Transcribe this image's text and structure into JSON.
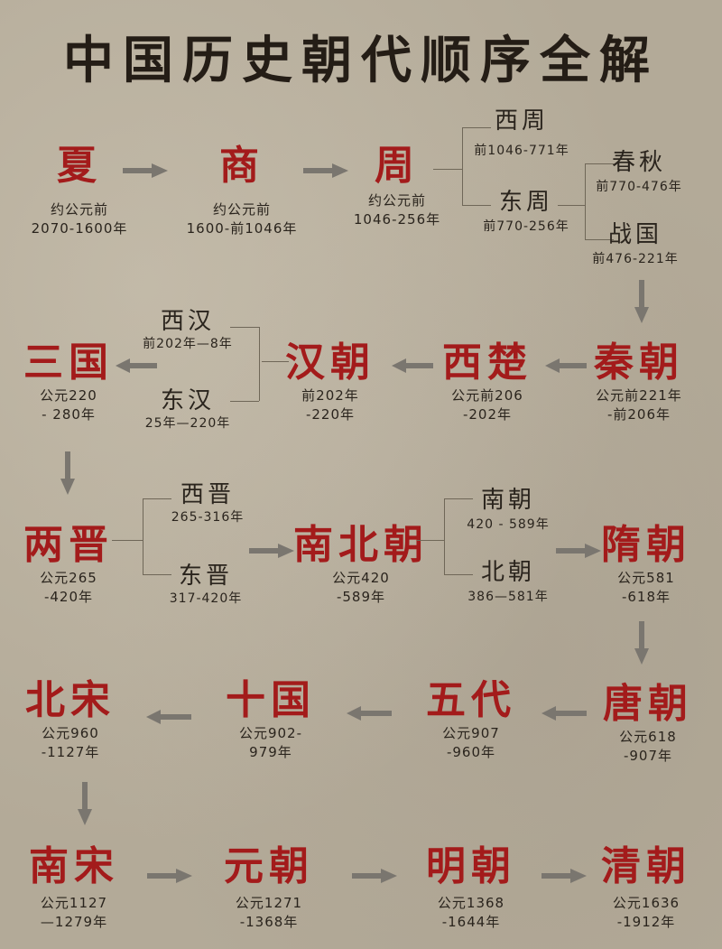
{
  "title": "中国历史朝代顺序全解",
  "colors": {
    "dynasty_name": "#a31b1b",
    "text": "#2a241d",
    "arrow": "#7a766f",
    "background": "#b3aa98"
  },
  "dynasties": {
    "xia": {
      "name": "夏",
      "date_line1": "约公元前",
      "date_line2": "2070-1600年"
    },
    "shang": {
      "name": "商",
      "date_line1": "约公元前",
      "date_line2": "1600-前1046年"
    },
    "zhou": {
      "name": "周",
      "date_line1": "约公元前",
      "date_line2": "1046-256年",
      "subs": {
        "western_zhou": {
          "name": "西周",
          "date": "前1046-771年"
        },
        "eastern_zhou": {
          "name": "东周",
          "date": "前770-256年"
        },
        "chunqiu": {
          "name": "春秋",
          "date": "前770-476年"
        },
        "zhanguo": {
          "name": "战国",
          "date": "前476-221年"
        }
      }
    },
    "qin": {
      "name": "秦朝",
      "date_line1": "公元前221年",
      "date_line2": "-前206年"
    },
    "xichu": {
      "name": "西楚",
      "date_line1": "公元前206",
      "date_line2": "-202年"
    },
    "han": {
      "name": "汉朝",
      "date_line1": "前202年",
      "date_line2": "-220年",
      "subs": {
        "western_han": {
          "name": "西汉",
          "date": "前202年—8年"
        },
        "eastern_han": {
          "name": "东汉",
          "date": "25年—220年"
        }
      }
    },
    "sanguo": {
      "name": "三国",
      "date_line1": "公元220",
      "date_line2": "- 280年"
    },
    "jin": {
      "name": "两晋",
      "date_line1": "公元265",
      "date_line2": "-420年",
      "subs": {
        "western_jin": {
          "name": "西晋",
          "date": "265-316年"
        },
        "eastern_jin": {
          "name": "东晋",
          "date": "317-420年"
        }
      }
    },
    "nanbei": {
      "name": "南北朝",
      "date_line1": "公元420",
      "date_line2": "-589年",
      "subs": {
        "southern": {
          "name": "南朝",
          "date": "420 - 589年"
        },
        "northern": {
          "name": "北朝",
          "date": "386—581年"
        }
      }
    },
    "sui": {
      "name": "隋朝",
      "date_line1": "公元581",
      "date_line2": "-618年"
    },
    "tang": {
      "name": "唐朝",
      "date_line1": "公元618",
      "date_line2": "-907年"
    },
    "wudai": {
      "name": "五代",
      "date_line1": "公元907",
      "date_line2": "-960年"
    },
    "shiguo": {
      "name": "十国",
      "date_line1": "公元902-",
      "date_line2": "979年"
    },
    "beisong": {
      "name": "北宋",
      "date_line1": "公元960",
      "date_line2": "-1127年"
    },
    "nansong": {
      "name": "南宋",
      "date_line1": "公元1127",
      "date_line2": "—1279年"
    },
    "yuan": {
      "name": "元朝",
      "date_line1": "公元1271",
      "date_line2": "-1368年"
    },
    "ming": {
      "name": "明朝",
      "date_line1": "公元1368",
      "date_line2": "-1644年"
    },
    "qing": {
      "name": "清朝",
      "date_line1": "公元1636",
      "date_line2": "-1912年"
    }
  }
}
